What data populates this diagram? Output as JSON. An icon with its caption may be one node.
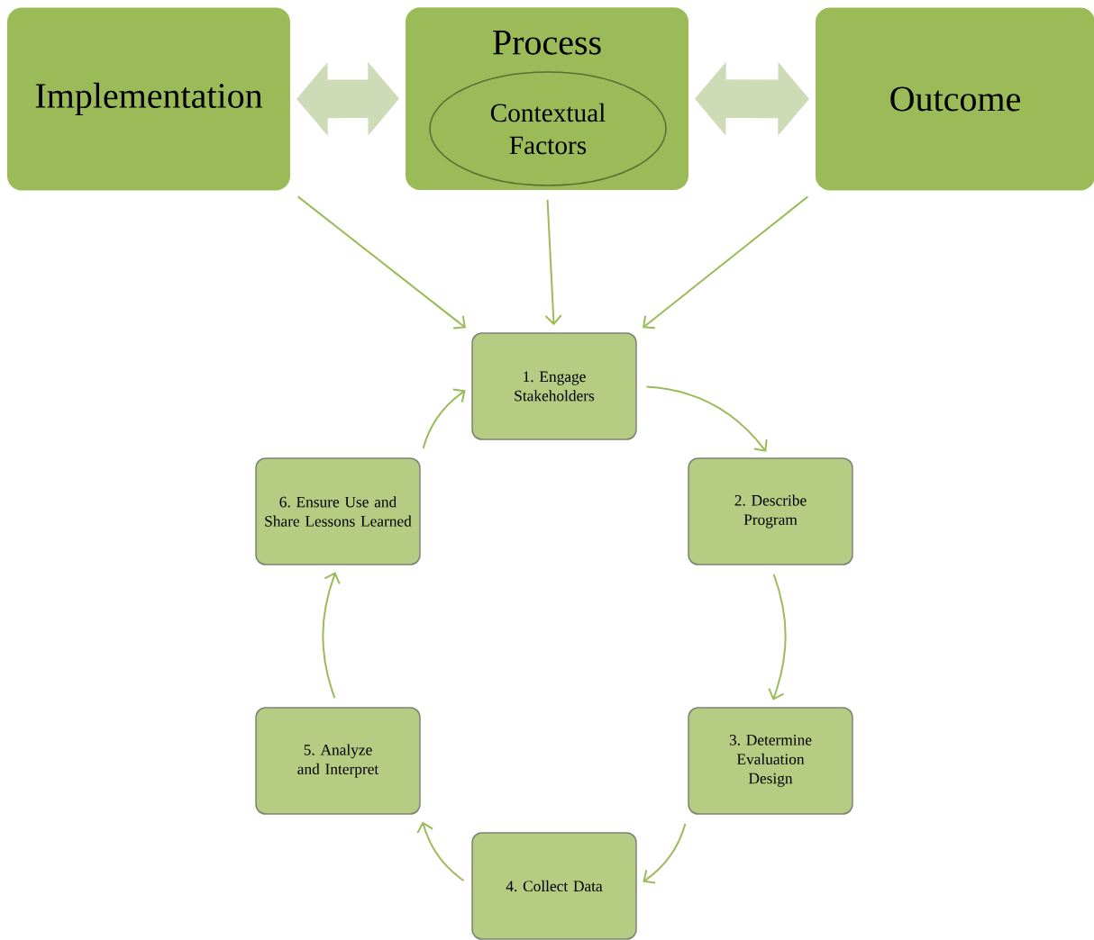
{
  "diagram": {
    "nodes": [
      {
        "text": [
          "Implementation"
        ]
      },
      {
        "text": [
          "Process"
        ]
      },
      {
        "text": [
          "Contextual Factors"
        ],
        "in": 1
      },
      {
        "text": [
          "Outcome"
        ]
      },
      {
        "text": [
          "1. Engage Stakeholders"
        ]
      },
      {
        "text": [
          "2. Describe Program"
        ]
      },
      {
        "text": [
          "3. Determine Evaluation Design"
        ]
      },
      {
        "text": [
          "4. Collect Data"
        ]
      },
      {
        "text": [
          "5. Analyze and Interpret"
        ]
      },
      {
        "text": [
          "6. Ensure Use and Share Lessons Learned"
        ]
      }
    ],
    "edges": [
      {
        "from": 0,
        "to": 1,
        "arrow": "both",
        "style": "thick",
        "color": "#cddbb7"
      },
      {
        "from": 1,
        "to": 3,
        "arrow": "both",
        "style": "thick",
        "color": "#cddbb7"
      },
      {
        "from": 0,
        "to": 4,
        "arrow": "to"
      },
      {
        "from": 1,
        "to": 4,
        "arrow": "to"
      },
      {
        "from": 3,
        "to": 4,
        "arrow": "to"
      },
      {
        "from": 4,
        "to": 5,
        "arrow": "to"
      },
      {
        "from": 5,
        "to": 6,
        "arrow": "to"
      },
      {
        "from": 6,
        "to": 7,
        "arrow": "to"
      },
      {
        "from": 7,
        "to": 8,
        "arrow": "to"
      },
      {
        "from": 8,
        "to": 9,
        "arrow": "to"
      },
      {
        "from": 9,
        "to": 4,
        "arrow": "to"
      }
    ]
  }
}
